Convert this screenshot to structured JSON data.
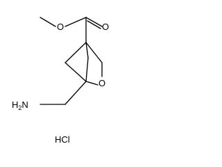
{
  "molecule": {
    "atoms": {
      "ester_ether_oxygen": "O",
      "carbonyl_oxygen": "O",
      "ring_oxygen": "O",
      "amine": "NH2",
      "amine_element": "N",
      "amine_hydrogen": "H",
      "amine_subscript": "2"
    },
    "salt": "HCl"
  }
}
